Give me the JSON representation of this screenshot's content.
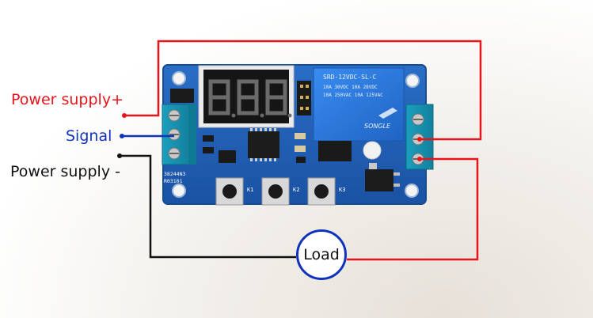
{
  "labels": {
    "power_plus": "Power supply+",
    "signal": "Signal",
    "power_minus": "Power supply -",
    "load": "Load"
  },
  "board": {
    "display_text": "8.8.8.",
    "relay_model": "SRD-12VDC-SL-C",
    "relay_rating_1": "10A 250VAC 10A 125VAC",
    "relay_rating_2": "10A 30VDC 10A 28VDC",
    "relay_brand": "SONGLE",
    "pcb_code_1": "38244N3",
    "pcb_code_2": "R03101",
    "buttons": [
      "K1",
      "K2",
      "K3"
    ]
  },
  "colors": {
    "power_plus": "#e8141c",
    "signal": "#1133bb",
    "power_minus": "#111111",
    "pcb": "#1f5fb8",
    "relay": "#2d7ee0"
  }
}
